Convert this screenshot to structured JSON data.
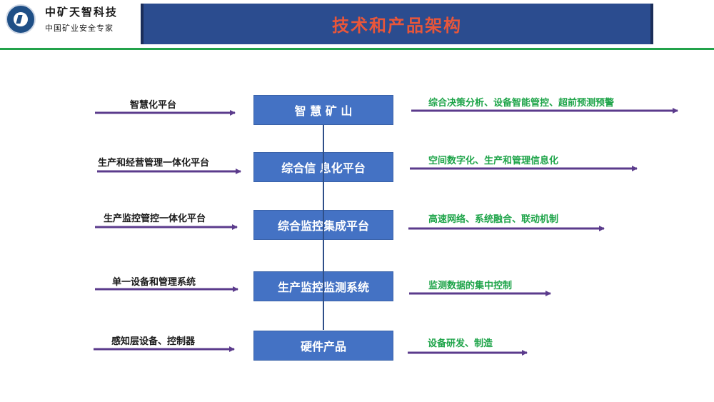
{
  "header": {
    "brand_name": "中矿天智科技",
    "brand_tagline": "中国矿业安全专家",
    "title": "技术和产品架构"
  },
  "layers": [
    {
      "center": "智 慧 矿 山",
      "left": "智慧化平台",
      "right": "综合决策分析、设备智能管控、超前预测预警"
    },
    {
      "center": "综合信  息化平台",
      "left": "生产和经营管理一体化平台",
      "right": "空间数字化、生产和管理信息化"
    },
    {
      "center": "综合监控集成平台",
      "left": "生产监控管控一体化平台",
      "right": "高速网络、系统融合、联动机制"
    },
    {
      "center": "生产监控监测系统",
      "left": "单一设备和管理系统",
      "right": "监测数据的集中控制"
    },
    {
      "center": "硬件产品",
      "left": "感知层设备、控制器",
      "right": "设备研发、制造"
    }
  ],
  "colors": {
    "arrow": "#5b3b8c",
    "box": "#4472c4",
    "right_text": "#1ea449",
    "title_text": "#e8563a",
    "title_bar": "#2b4c8f"
  }
}
